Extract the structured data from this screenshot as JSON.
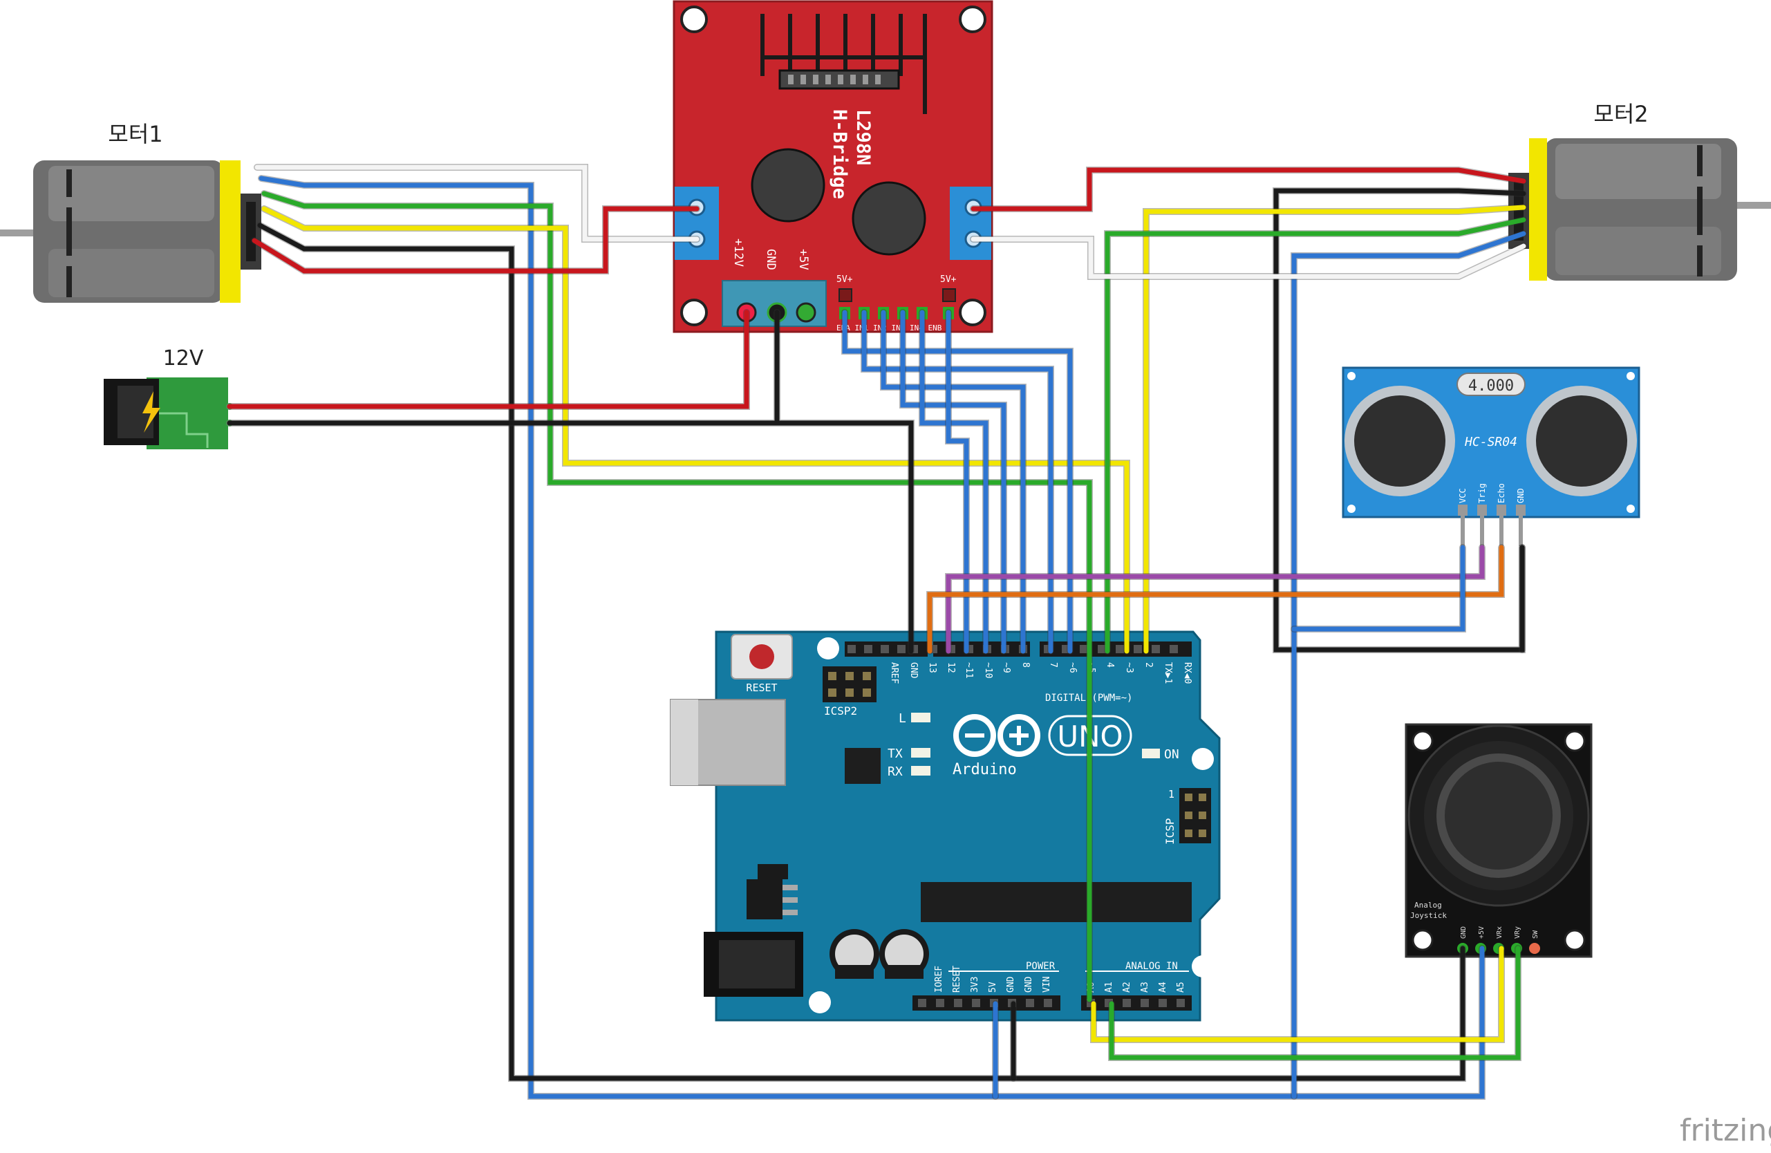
{
  "labels": {
    "motor1": "모터1",
    "motor2": "모터2",
    "power": "12V",
    "watermark": "fritzing"
  },
  "hbridge": {
    "title_line1": "L298N",
    "title_line2": "H-Bridge",
    "pin_12v": "+12V",
    "pin_gnd": "GND",
    "pin_5v": "+5V",
    "jumper_left": "5V+",
    "jumper_right": "5V+",
    "control_pins": "ENA IN1 IN2 IN3 IN4 ENB"
  },
  "ultrasonic": {
    "crystal": "4.000",
    "model": "HC-SR04",
    "pins": [
      "VCC",
      "Trig",
      "Echo",
      "GND"
    ]
  },
  "joystick": {
    "label_line1": "Analog",
    "label_line2": "Joystick",
    "pins": [
      "GND",
      "+5V",
      "VRx",
      "VRy",
      "SW"
    ]
  },
  "arduino": {
    "reset": "RESET",
    "icsp2": "ICSP2",
    "icsp": "ICSP",
    "led_l": "L",
    "led_tx": "TX",
    "led_rx": "RX",
    "led_on": "ON",
    "icsp_one": "1",
    "uno": "UNO",
    "brand": "Arduino",
    "digital_caption": "DIGITAL (PWM=~)",
    "digital_pins": [
      "AREF",
      "GND",
      "13",
      "12",
      "~11",
      "~10",
      "~9",
      "8",
      "7",
      "~6",
      "~5",
      "4",
      "~3",
      "2",
      "TX▶1",
      "RX◀0"
    ],
    "power_caption": "POWER",
    "power_pins": [
      "IOREF",
      "RESET",
      "3V3",
      "5V",
      "GND",
      "GND",
      "VIN"
    ],
    "analog_caption": "ANALOG IN",
    "analog_pins": [
      "A0",
      "A1",
      "A2",
      "A3",
      "A4",
      "A5"
    ]
  },
  "colors": {
    "red": "#c8161d",
    "black": "#1a1a1a",
    "blue": "#2e75d1",
    "green": "#2aaa2a",
    "yellow": "#f2e600",
    "white": "#f4f4f4",
    "purple": "#9b4aa8",
    "orange": "#e06d12",
    "board_teal": "#147aa1",
    "hbridge_red": "#c8252c",
    "sonar_blue": "#2a8fd8"
  }
}
